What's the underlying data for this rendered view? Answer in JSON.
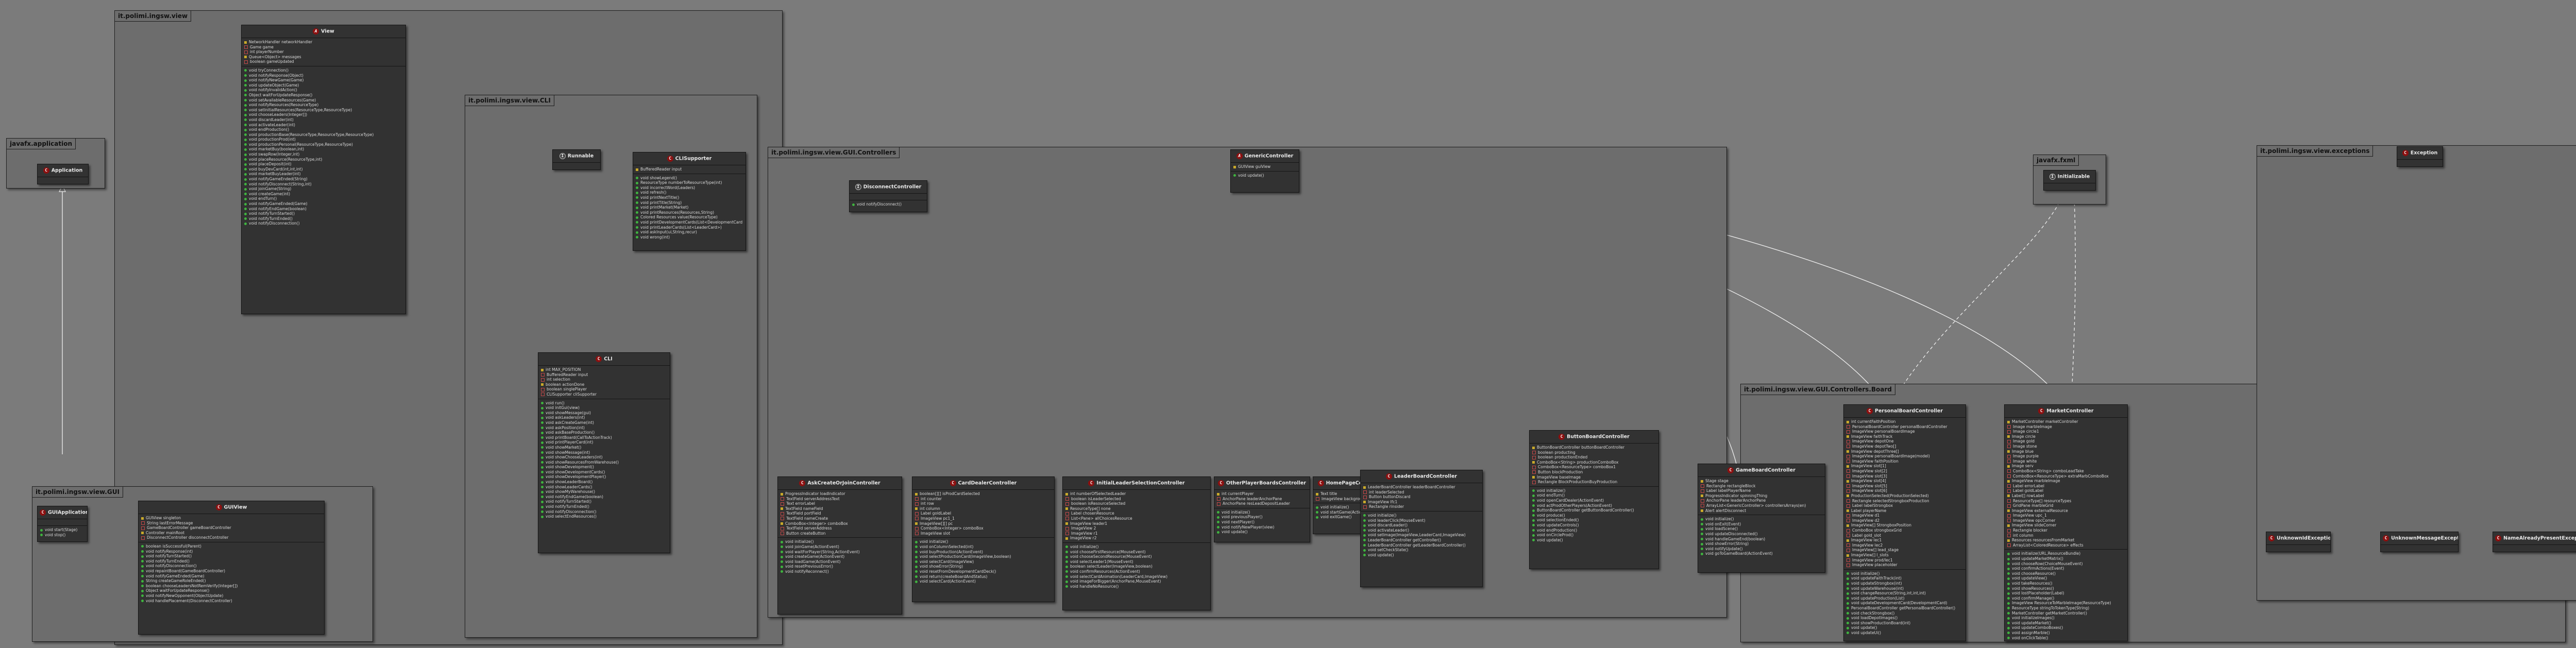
{
  "packages": {
    "view": "it.polimi.ingsw.view",
    "javafx_application": "javafx.application",
    "gui": "it.polimi.ingsw.view.GUI",
    "cli": "it.polimi.ingsw.view.CLI",
    "controllers": "it.polimi.ingsw.view.GUI.Controllers",
    "board": "it.polimi.ingsw.view.GUI.Controllers.Board",
    "javafx_fxml": "javafx.fxml",
    "exceptions": "it.polimi.ingsw.view.exceptions"
  },
  "classes": {
    "view": {
      "name": "View",
      "fields": [
        "NetworkHandler networkHandler",
        "Game game",
        "int playerNumber",
        "Queue<Object> messages",
        "boolean gameUpdated"
      ],
      "methods": [
        "void tryConnection()",
        "void notifyResponse(Object)",
        "void notifyNewGame(Game)",
        "void updateObject(Game)",
        "void notifyInvalidAction()",
        "Object waitForUpdateResponse()",
        "void setAvailableResources(Game)",
        "void notifyResources(ResourceType)",
        "void setInitialResources(ResourceType,ResourceType)",
        "void chooseLeaders(Integer[])",
        "void discardLeader(int)",
        "void activateLeader(int)",
        "void endProduction()",
        "void productionBase(ResourceType,ResourceType,ResourceType)",
        "void productionProd(int)",
        "void productionPersonal(ResourceType,ResourceType)",
        "void marketBuy(boolean,int)",
        "void swapRow(Integer,int)",
        "void placeResource(ResourceType,int)",
        "void placeDeposit(int)",
        "void buyDevCard(int,int,int)",
        "void marketBuyLeader(int)",
        "void notifyGameEnded(String)",
        "void notifyDisconnect(String,int)",
        "void joinGame(String)",
        "void createGame(int)",
        "void endTurn()",
        "void notifyGameEnded(Game)",
        "void notifyEndGame(boolean)",
        "void notifyTurnStarted()",
        "void notifyTurnEnded()",
        "void notifyDisconnection()"
      ]
    },
    "application": {
      "name": "Application"
    },
    "runnable": {
      "name": "Runnable"
    },
    "clisupporter": {
      "name": "CLISupporter",
      "fields": [
        "BufferedReader input"
      ],
      "methods": [
        "void showLegend()",
        "ResourceType numberToResourceType(int)",
        "void incorrectWord(Leaders)",
        "void refresh()",
        "void printNextTitle()",
        "void printTitle(String)",
        "void printMarket(Market)",
        "void printResources(Resources,String)",
        "Colored Resources value(ResourceType)",
        "void printDevelopmentCards(List<DevelopmentCard>,PersonalBoard)",
        "void printLeaderCards(List<LeaderCard>)",
        "void askInput(ui,String,recur)",
        "void wrong(int)"
      ]
    },
    "cli": {
      "name": "CLI",
      "fields": [
        "int MAX_POSITION",
        "BufferedReader input",
        "int selection",
        "boolean actionDone",
        "boolean singlePlayer",
        "CLISupporter cliSupporter"
      ],
      "methods": [
        "void run()",
        "void initGui(view)",
        "void showMessage(gui)",
        "void askLeaders(int)",
        "void askCreateGame(int)",
        "void askPosition(int)",
        "void askBaseProduction()",
        "void printBoard(CallToActionTrack)",
        "void printPlayerCard(int)",
        "void showMarket()",
        "void showMessage(int)",
        "void showChooseLeaders(int)",
        "void showResourcesFromWarehouse()",
        "void showDevelopment()",
        "void showDevelopmentCards()",
        "void showDevelopmentPlayer()",
        "void showLeaderBoard()",
        "void showLeaderCards()",
        "void showMyWarehouse()",
        "void notifyEndGame(boolean)",
        "void notifyTurnStarted()",
        "void notifyTurnEnded()",
        "void notifyDisconnection()",
        "void selectEndResources()"
      ]
    },
    "guiapp": {
      "name": "GUIApplication",
      "fields": [],
      "methods": [
        "void start(Stage)",
        "void stop()"
      ]
    },
    "guiview": {
      "name": "GUIView",
      "fields": [
        "GUIView singleton",
        "String lastErrorMessage",
        "GameBoardController gameBoardController",
        "Controller mainRoot",
        "DisconnectController disconnectController"
      ],
      "methods": [
        "boolean isSuccessful(Parent)",
        "void notifyResponse(int)",
        "void notifyTurnStarted()",
        "void notifyTurnEnded()",
        "void notifyDisconnection()",
        "void repaintBoard(GameBoardController)",
        "void notifyGameEnded(Game)",
        "String createGameRoleEnded()",
        "boolean chooseLeadersNotRemVerify(Integer[])",
        "Object waitForUpdateResponse()",
        "void notifyNewOpponent(ObjectUpdate)",
        "void handlePlacement(DisconnectController)"
      ]
    },
    "disconnect": {
      "name": "DisconnectController",
      "fields": [],
      "methods": [
        "void notifyDisconnect()"
      ]
    },
    "generic": {
      "name": "GenericController",
      "fields": [
        "GUIView guiView"
      ],
      "methods": [
        "void update()"
      ]
    },
    "initializable": {
      "name": "Initializable"
    },
    "askcreate": {
      "name": "AskCreateOrJoinController",
      "fields": [
        "ProgressIndicator loadIndicator",
        "TextField serverAddressText",
        "Text errorLabel",
        "TextField nameField",
        "TextField portField",
        "TextField nameCreate",
        "ComboBox<Integer> comboBox",
        "TextField serverAddress",
        "Button createButton"
      ],
      "methods": [
        "void initialize()",
        "void joinGame(ActionEvent)",
        "void waitForPlayer(String,ActionEvent)",
        "void createGame(ActionEvent)",
        "void loadGame(ActionEvent)",
        "void resetPreviousError()",
        "void notifyReconnect()"
      ]
    },
    "cardbuyer": {
      "name": "CardDealerController",
      "fields": [
        "boolean[][] isProdCardSelected",
        "int counter",
        "int row",
        "int column",
        "Label goldLabel",
        "ImageView pc1_1",
        "ImageView[][] pc",
        "ComboBox<Integer> comboBox",
        "ImageView slot"
      ],
      "methods": [
        "void initialize()",
        "void onColumnSelected(int)",
        "void buyProduction(ActionEvent)",
        "void selectProductionCard(ImageView,boolean)",
        "void selectCard(ImageView)",
        "void showError(String)",
        "void resetFromDevelopmentCardDeck()",
        "void return(createBoardAndStatus)",
        "void selectCard(ActionEvent)"
      ]
    },
    "initleader": {
      "name": "InitialLeaderSelectionController",
      "fields": [
        "int numberOfSelectedLeader",
        "boolean isLeaderSelected",
        "boolean isResourceSelected",
        "ResourceType[] none",
        "Label chosenResource",
        "List<Pane> allChoicesResource",
        "ImageView leader1",
        "ImageView 2",
        "ImageView r1",
        "ImageView r2"
      ],
      "methods": [
        "void initialize()",
        "void chooseFirstResource(MouseEvent)",
        "void chooseSecondResource(MouseEvent)",
        "void selectLeader1(MouseEvent)",
        "boolean selectLeader(ImageView,boolean)",
        "void confirmResources(ActionEvent)",
        "void selectCardAnimation(LeaderCard,ImageView)",
        "void imageForBigger(AnchorPane,MouseEvent)",
        "void handleNoResource()"
      ]
    },
    "otherplayer": {
      "name": "OtherPlayerBoardsController",
      "fields": [
        "int currentPlayer",
        "AnchorPane leaderAnchorPane",
        "AnchorPane resLeadDepositLeader"
      ],
      "methods": [
        "void initialize()",
        "void previousPlayer()",
        "void nextPlayer()",
        "void notifyNewPlayer(view)",
        "void update()"
      ]
    },
    "homepage": {
      "name": "HomePageController",
      "fields": [
        "Text title",
        "ImageView backgroundImage"
      ],
      "methods": [
        "void initialize()",
        "void startGame(ActionEvent)",
        "void exitGame()"
      ]
    },
    "leaderboard": {
      "name": "LeaderBoardController",
      "fields": [
        "LeaderBoardController leaderBoardController",
        "int leaderSelected",
        "Button buttonDiscard",
        "ImageView lfc1",
        "Rectangle rinsider"
      ],
      "methods": [
        "void initialize()",
        "void leaderClick(MouseEvent)",
        "void discardLeader()",
        "void activateLeader()",
        "void setImage(ImageView,LeaderCard,ImageView)",
        "LeaderBoardController getController()",
        "LeaderBoardController getLeaderBoardController()",
        "void setCheckState()",
        "void update()"
      ]
    },
    "buttonboard": {
      "name": "ButtonBoardController",
      "fields": [
        "ButtonBoardController buttonBoardController",
        "boolean producting",
        "boolean productionEnded",
        "ComboBox<String> productionComboBox",
        "ComboBox<ResourceType> comboBox1",
        "Button blockProduction",
        "ImageView baseImage",
        "Rectangle BlockProductionBuyProduction"
      ],
      "methods": [
        "void initialize()",
        "void endTurn()",
        "void openCardDealer(ActionEvent)",
        "void actProdOtherPlayers(ActionEvent)",
        "ButtonBoardController getButtonBoardController()",
        "void produce()",
        "void selectionEnded()",
        "void updateControls()",
        "void endProduction()",
        "void onCircleProd()",
        "void update()"
      ]
    },
    "gameboard": {
      "name": "GameBoardController",
      "fields": [
        "Stage stage",
        "Rectangle rectangleBlock",
        "Label labelPlayerName",
        "ProgressIndicator spinningThing",
        "AnchorPane leaderAnchorPane",
        "ArrayList<GenericController> controllersArrays(en)",
        "Alert alertDisconnect"
      ],
      "methods": [
        "void initialize()",
        "void onExit(Event)",
        "void loadScene()",
        "void updateDisconnected()",
        "void handleGameEnd(boolean)",
        "void showError(String)",
        "void notifyUpdate()",
        "void goToGameBoard(ActionEvent)"
      ]
    },
    "personalboard": {
      "name": "PersonalBoardController",
      "fields": [
        "int currentFaithPosition",
        "PersonalBoardController personalBoardController",
        "ImageView personalBoardImage",
        "ImageView faithTrack",
        "ImageView depotOne",
        "ImageView depotTwo[]",
        "ImageView depotThree[]",
        "ImageView personalBoardImage(model)",
        "ImageView faithPosition",
        "ImageView slot[1]",
        "ImageView slot[2]",
        "ImageView slot[3]",
        "ImageView slot[4]",
        "ImageView slot[5]",
        "ImageView slot[6]",
        "ProductionSelected(ProductionSelected)",
        "Rectangle selectedStrongboxProduction",
        "Label labelStrongbox",
        "Label playerName",
        "ImageView d1",
        "ImageView d2",
        "ImageView[] StrongboxPosition",
        "ComboBox strongboxGrid",
        "Label gold_slot",
        "ImageView lec1",
        "ImageView lec2",
        "ImageView[] lead_stage",
        "ImageView[] l_slots",
        "ImageView prod/lec1",
        "ImageView placeholder"
      ],
      "methods": [
        "void initialize()",
        "void updateFaithTrack(int)",
        "void updateStrongbox(int)",
        "void updateWarehouse(int)",
        "void changeResource(String,int,int,int)",
        "void updateProduction(List)",
        "void updateDevelopmentCard(DevelopmentCard)",
        "PersonalBoardController getPersonalBoardController()",
        "void checkStrongbox()",
        "void loadDepotImages()",
        "void showProductionBoard(int)",
        "void update()",
        "void updateUi()"
      ]
    },
    "market": {
      "name": "MarketController",
      "fields": [
        "MarketController marketController",
        "Image marbleImage",
        "Image circle1",
        "Image circle",
        "Image gold",
        "Image stone",
        "Image blue",
        "Image purple",
        "Image white",
        "Image serv",
        "ComboBox<String> comboLeadTake",
        "ComboBox<ResourceType> extraMarbComboBox",
        "ImageView marbleImage",
        "Label errorLabel",
        "Label goldLabel",
        "Label[] rowLabel",
        "ResourceType[] resourceTypes",
        "GridPane marbleGrid",
        "ImageView externalResource",
        "ImageView upc_1",
        "ImageView opcCorner",
        "ImageView slideCorner",
        "Rectangle blocker",
        "int column",
        "Resources resourcesFromMarket",
        "ArrayList<ColoredResource> effects"
      ],
      "methods": [
        "void initialize(URL,ResourceBundle)",
        "void updateMarketMatrix()",
        "void chooseRow(ChoiceMouseEvent)",
        "void confirmActions(Event)",
        "void chooseResource()",
        "void updateView()",
        "void takeResources()",
        "void showResources()",
        "void lostPlaceholder(Label)",
        "void confirmManage()",
        "ImageView ResourceToMarbleImage(ResourceType)",
        "ResourceType stringToTokenType(String)",
        "MarketController getMarketController()",
        "void initializeImages()",
        "void updateMarket()",
        "void updateComboBoxes()",
        "void assignMarble()",
        "void onClickTable()",
        "void update()"
      ]
    },
    "exception": {
      "name": "Exception"
    },
    "unknownid": {
      "name": "UnknownIdException"
    },
    "unknownmsg": {
      "name": "UnknownMessageException"
    },
    "namealready": {
      "name": "NameAlreadyPresentException"
    }
  }
}
